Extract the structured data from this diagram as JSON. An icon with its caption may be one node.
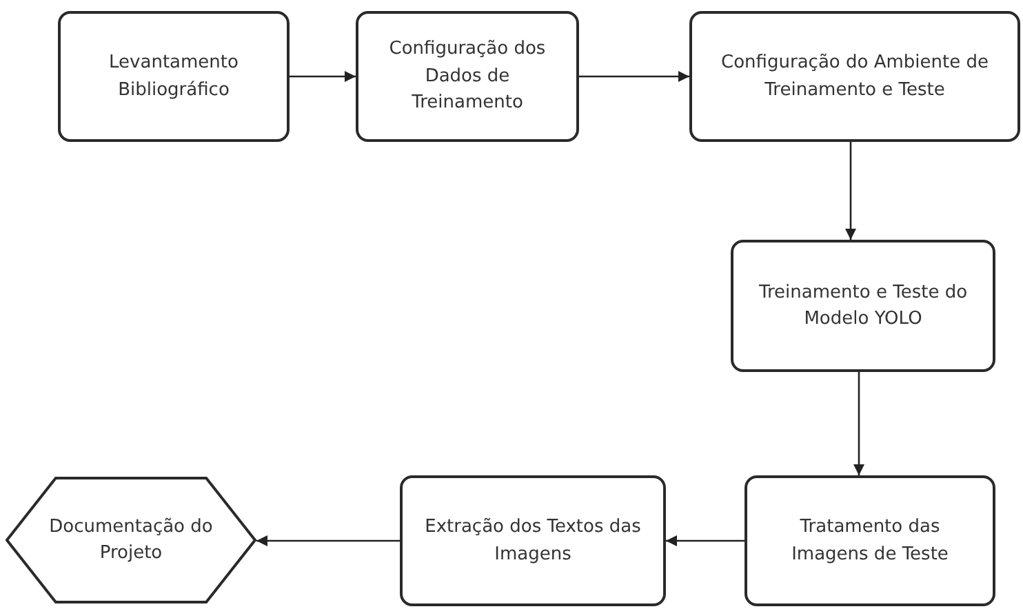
{
  "diagram": {
    "nodes": [
      {
        "text": [
          "Levantamento Bibliográfico"
        ]
      },
      {
        "text": [
          "Configuração dos Dados de Treinamento"
        ]
      },
      {
        "text": [
          "Configuração do Ambiente de Treinamento e Teste"
        ]
      },
      {
        "text": [
          "Treinamento e Teste do Modelo YOLO"
        ]
      },
      {
        "text": [
          "Tratamento das Imagens de Teste"
        ]
      },
      {
        "text": [
          "Extração dos Textos das Imagens"
        ]
      },
      {
        "text": [
          "Documentação do Projeto"
        ]
      }
    ],
    "edges": [
      {
        "from": 0,
        "to": 1,
        "arrow": "to"
      },
      {
        "from": 1,
        "to": 2,
        "arrow": "to"
      },
      {
        "from": 2,
        "to": 3,
        "arrow": "to"
      },
      {
        "from": 3,
        "to": 4,
        "arrow": "to"
      },
      {
        "from": 4,
        "to": 5,
        "arrow": "to"
      },
      {
        "from": 5,
        "to": 6,
        "arrow": "to"
      }
    ]
  }
}
